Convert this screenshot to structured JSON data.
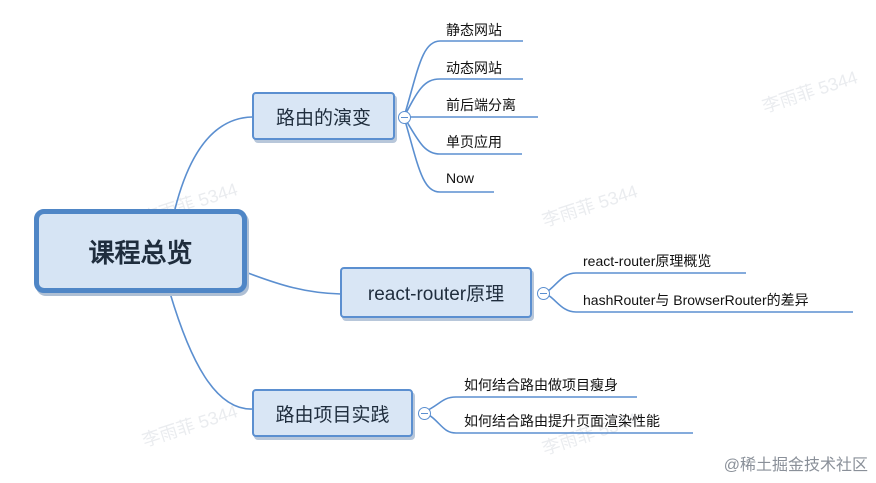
{
  "root": {
    "label": "课程总览"
  },
  "branches": [
    {
      "label": "路由的演变",
      "children": [
        "静态网站",
        "动态网站",
        "前后端分离",
        "单页应用",
        "Now"
      ]
    },
    {
      "label": "react-router原理",
      "children": [
        "react-router原理概览",
        "hashRouter与 BrowserRouter的差异"
      ]
    },
    {
      "label": "路由项目实践",
      "children": [
        "如何结合路由做项目瘦身",
        "如何结合路由提升页面渲染性能"
      ]
    }
  ],
  "watermark": "李雨菲 5344",
  "attribution": "@稀土掘金技术社区",
  "colors": {
    "line": "#5b8fd0",
    "node_fill": "#d9e6f5",
    "root_border": "#4f86c6"
  }
}
